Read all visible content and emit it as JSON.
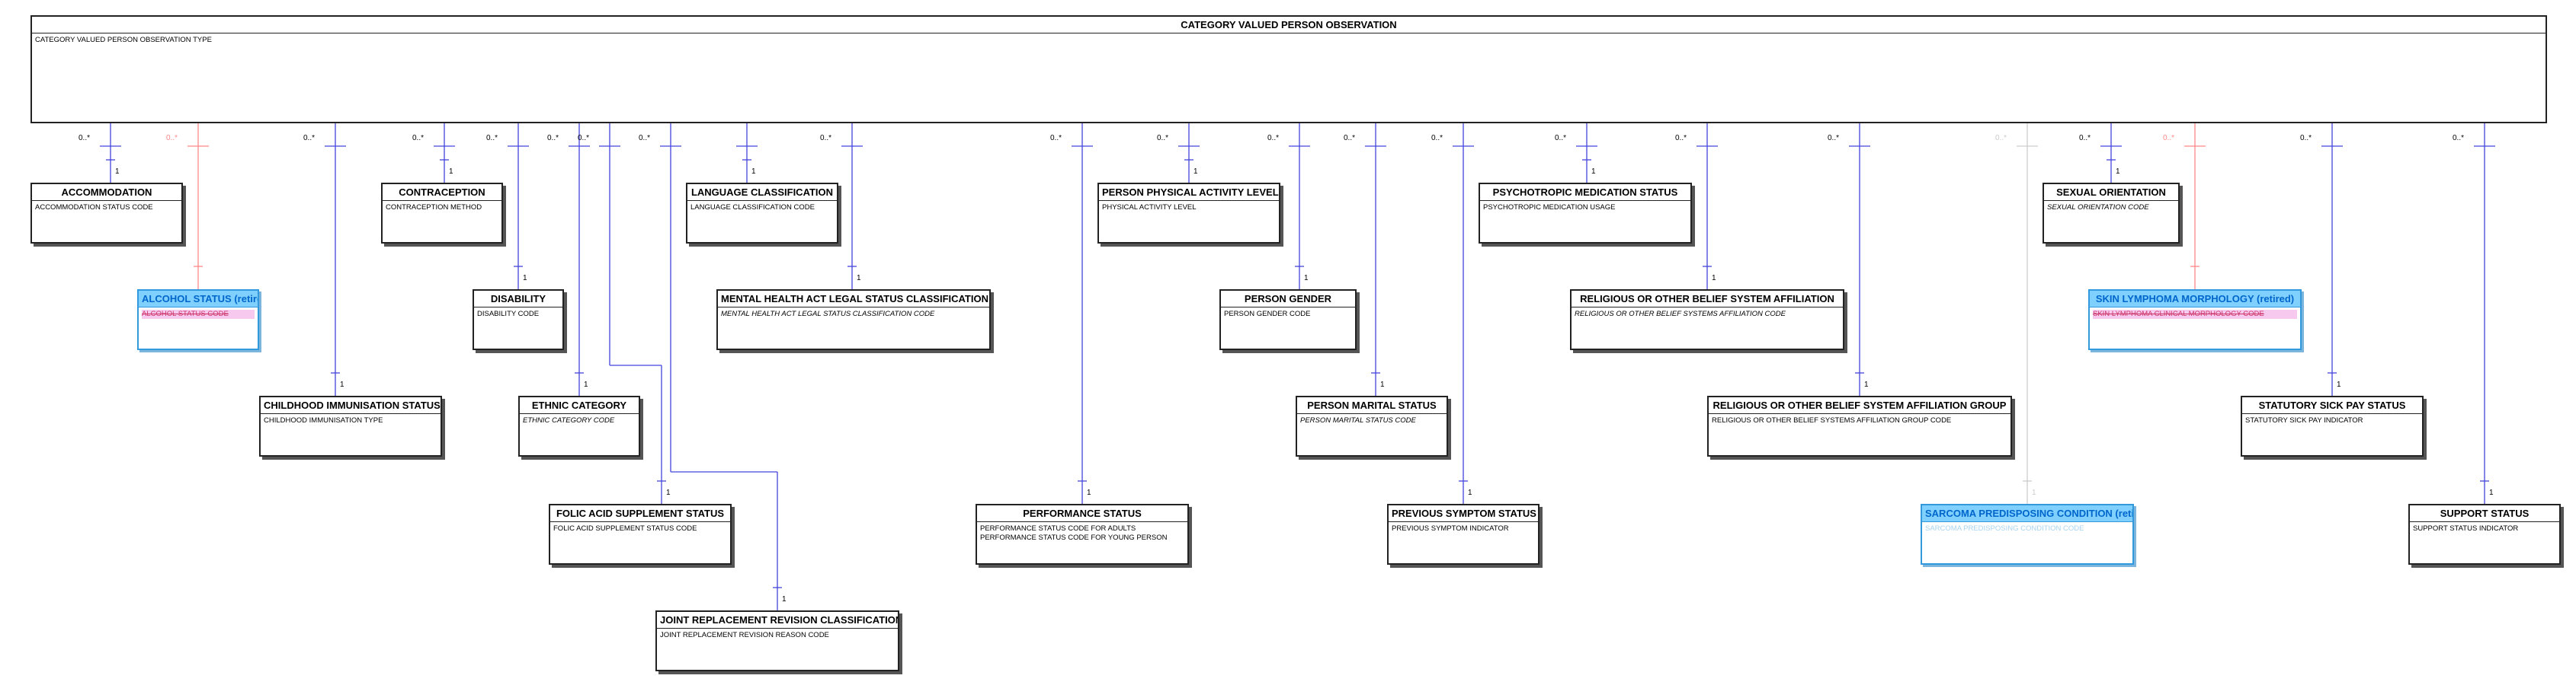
{
  "main_entity": {
    "title": "CATEGORY VALUED PERSON OBSERVATION",
    "attribute": "CATEGORY VALUED PERSON OBSERVATION TYPE"
  },
  "colors": {
    "link": "#4444dd",
    "retired_red_link": "#ff8888",
    "retired_faded_link": "#cccccc",
    "retired_header": "#7fd0ff",
    "retired_border": "#3399dd"
  },
  "entities": [
    {
      "id": "accommodation",
      "title": "ACCOMMODATION",
      "attrs": [
        "ACCOMMODATION STATUS CODE"
      ],
      "style": "normal",
      "line": "link",
      "source_mult": "0..*",
      "target_mult": "1"
    },
    {
      "id": "alcohol-status",
      "title": "ALCOHOL STATUS (retired)",
      "attrs": [
        "ALCOHOL STATUS CODE"
      ],
      "style": "retired-red",
      "line": "retired_red_link",
      "source_mult": "0..*",
      "target_mult": ""
    },
    {
      "id": "childhood-immunisation-status",
      "title": "CHILDHOOD IMMUNISATION STATUS",
      "attrs": [
        "CHILDHOOD IMMUNISATION TYPE"
      ],
      "style": "normal",
      "line": "link",
      "source_mult": "0..*",
      "target_mult": "1"
    },
    {
      "id": "contraception",
      "title": "CONTRACEPTION",
      "attrs": [
        "CONTRACEPTION METHOD"
      ],
      "style": "normal",
      "line": "link",
      "source_mult": "0..*",
      "target_mult": "1"
    },
    {
      "id": "disability",
      "title": "DISABILITY",
      "attrs": [
        "DISABILITY CODE"
      ],
      "style": "normal",
      "line": "link",
      "source_mult": "0..*",
      "target_mult": "1"
    },
    {
      "id": "ethnic-category",
      "title": "ETHNIC CATEGORY",
      "attrs": [
        "ETHNIC CATEGORY CODE"
      ],
      "style": "italic",
      "line": "link",
      "source_mult": "0..*",
      "target_mult": "1"
    },
    {
      "id": "folic-acid-supplement-status",
      "title": "FOLIC ACID SUPPLEMENT STATUS",
      "attrs": [
        "FOLIC ACID SUPPLEMENT STATUS CODE"
      ],
      "style": "normal",
      "line": "link",
      "source_mult": "0..*",
      "target_mult": "1"
    },
    {
      "id": "joint-replacement-revision-classification",
      "title": "JOINT REPLACEMENT REVISION CLASSIFICATION",
      "attrs": [
        "JOINT REPLACEMENT REVISION REASON CODE"
      ],
      "style": "normal",
      "line": "link",
      "source_mult": "0..*",
      "target_mult": "1"
    },
    {
      "id": "language-classification",
      "title": "LANGUAGE CLASSIFICATION",
      "attrs": [
        "LANGUAGE CLASSIFICATION CODE"
      ],
      "style": "normal",
      "line": "link",
      "source_mult": "",
      "target_mult": "1"
    },
    {
      "id": "mental-health-act-legal-status-classification",
      "title": "MENTAL HEALTH ACT LEGAL STATUS CLASSIFICATION",
      "attrs": [
        "MENTAL HEALTH ACT LEGAL STATUS CLASSIFICATION CODE"
      ],
      "style": "italic",
      "line": "link",
      "source_mult": "0..*",
      "target_mult": "1"
    },
    {
      "id": "performance-status",
      "title": "PERFORMANCE STATUS",
      "attrs": [
        "PERFORMANCE STATUS CODE FOR ADULTS",
        "PERFORMANCE STATUS CODE FOR YOUNG PERSON"
      ],
      "style": "normal",
      "line": "link",
      "source_mult": "0..*",
      "target_mult": "1"
    },
    {
      "id": "person-physical-activity-level",
      "title": "PERSON PHYSICAL ACTIVITY LEVEL",
      "attrs": [
        "PHYSICAL ACTIVITY LEVEL"
      ],
      "style": "normal",
      "line": "link",
      "source_mult": "0..*",
      "target_mult": "1"
    },
    {
      "id": "person-gender",
      "title": "PERSON GENDER",
      "attrs": [
        "PERSON GENDER CODE"
      ],
      "style": "normal",
      "line": "link",
      "source_mult": "0..*",
      "target_mult": "1"
    },
    {
      "id": "person-marital-status",
      "title": "PERSON MARITAL STATUS",
      "attrs": [
        "PERSON MARITAL STATUS CODE"
      ],
      "style": "italic",
      "line": "link",
      "source_mult": "0..*",
      "target_mult": "1"
    },
    {
      "id": "previous-symptom-status",
      "title": "PREVIOUS SYMPTOM STATUS",
      "attrs": [
        "PREVIOUS SYMPTOM INDICATOR"
      ],
      "style": "normal",
      "line": "link",
      "source_mult": "0..*",
      "target_mult": "1"
    },
    {
      "id": "psychotropic-medication-status",
      "title": "PSYCHOTROPIC MEDICATION STATUS",
      "attrs": [
        "PSYCHOTROPIC MEDICATION USAGE"
      ],
      "style": "normal",
      "line": "link",
      "source_mult": "0..*",
      "target_mult": "1"
    },
    {
      "id": "religious-or-other-belief-system-affiliation",
      "title": "RELIGIOUS OR OTHER BELIEF SYSTEM AFFILIATION",
      "attrs": [
        "RELIGIOUS OR OTHER BELIEF SYSTEMS AFFILIATION CODE"
      ],
      "style": "italic",
      "line": "link",
      "source_mult": "0..*",
      "target_mult": "1"
    },
    {
      "id": "religious-or-other-belief-system-affiliation-group",
      "title": "RELIGIOUS OR OTHER BELIEF SYSTEM AFFILIATION GROUP",
      "attrs": [
        "RELIGIOUS OR OTHER BELIEF SYSTEMS AFFILIATION GROUP CODE"
      ],
      "style": "normal",
      "line": "link",
      "source_mult": "0..*",
      "target_mult": "1"
    },
    {
      "id": "sarcoma-predisposing-condition",
      "title": "SARCOMA PREDISPOSING CONDITION (retired)",
      "attrs": [
        "SARCOMA PREDISPOSING CONDITION CODE"
      ],
      "style": "retired-faded",
      "line": "retired_faded_link",
      "source_mult": "0..*",
      "target_mult": "1"
    },
    {
      "id": "sexual-orientation",
      "title": "SEXUAL ORIENTATION",
      "attrs": [
        "SEXUAL ORIENTATION CODE"
      ],
      "style": "italic",
      "line": "link",
      "source_mult": "0..*",
      "target_mult": "1"
    },
    {
      "id": "skin-lymphoma-morphology",
      "title": "SKIN LYMPHOMA MORPHOLOGY (retired)",
      "attrs": [
        "SKIN LYMPHOMA CLINICAL MORPHOLOGY CODE"
      ],
      "style": "retired-red",
      "line": "retired_red_link",
      "source_mult": "0..*",
      "target_mult": ""
    },
    {
      "id": "statutory-sick-pay-status",
      "title": "STATUTORY SICK PAY STATUS",
      "attrs": [
        "STATUTORY SICK PAY INDICATOR"
      ],
      "style": "normal",
      "line": "link",
      "source_mult": "0..*",
      "target_mult": "1"
    },
    {
      "id": "support-status",
      "title": "SUPPORT STATUS",
      "attrs": [
        "SUPPORT STATUS INDICATOR"
      ],
      "style": "normal",
      "line": "link",
      "source_mult": "0..*",
      "target_mult": "1"
    }
  ]
}
